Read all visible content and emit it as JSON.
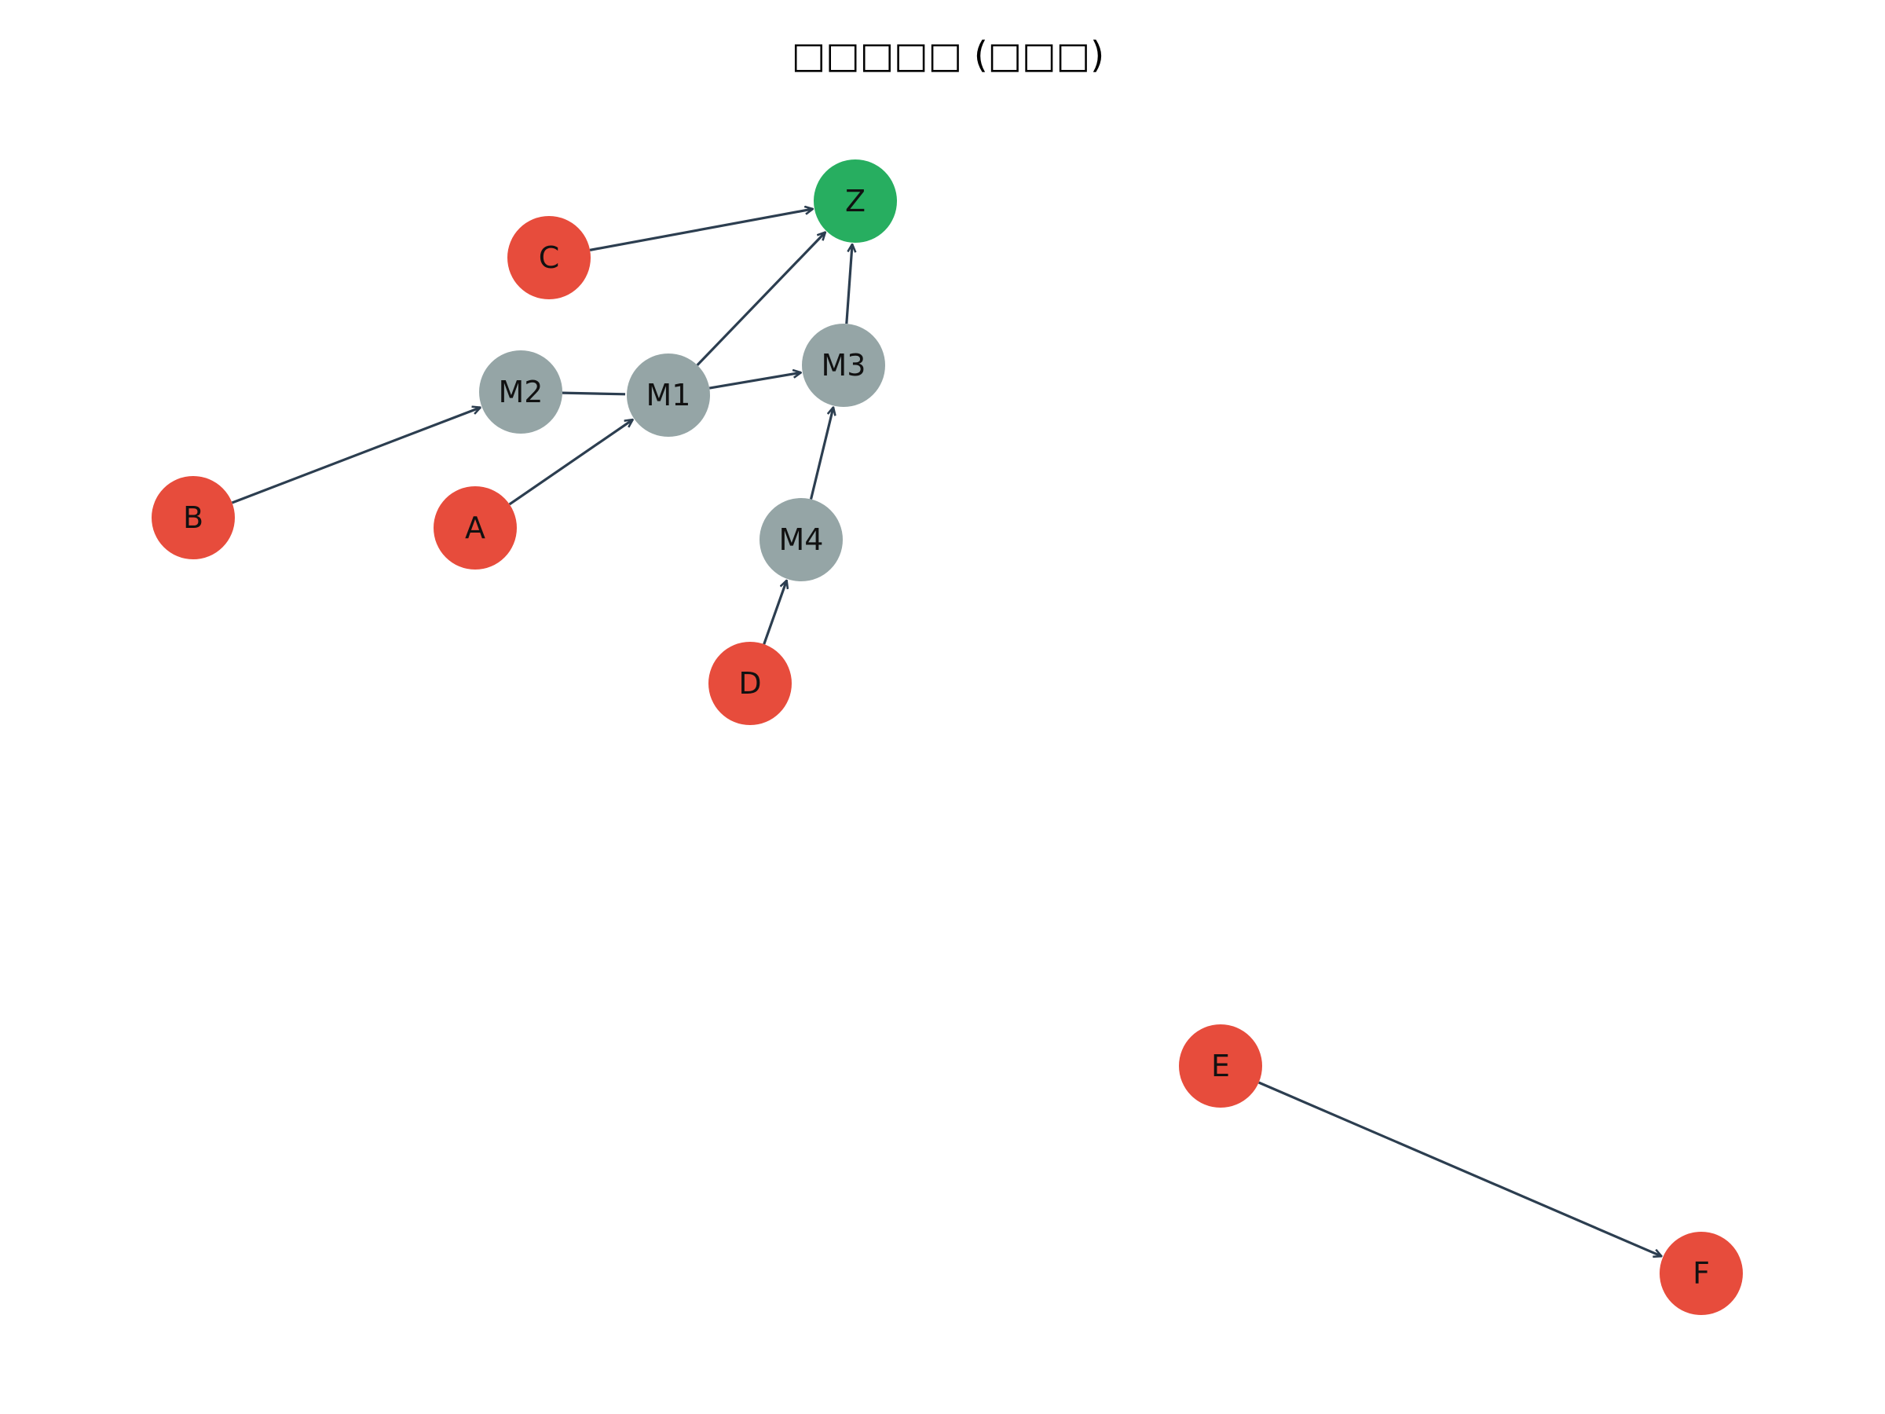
{
  "title": "□□□□□ (□□□)",
  "colors": {
    "source": "#e74c3c",
    "intermediate": "#95a5a6",
    "target": "#27ae60",
    "edge": "#2c3e50",
    "label": "#111111"
  },
  "nodes": [
    {
      "id": "Z",
      "label": "Z",
      "kind": "target"
    },
    {
      "id": "C",
      "label": "C",
      "kind": "source"
    },
    {
      "id": "M2",
      "label": "M2",
      "kind": "intermediate"
    },
    {
      "id": "M1",
      "label": "M1",
      "kind": "intermediate"
    },
    {
      "id": "M3",
      "label": "M3",
      "kind": "intermediate"
    },
    {
      "id": "B",
      "label": "B",
      "kind": "source"
    },
    {
      "id": "A",
      "label": "A",
      "kind": "source"
    },
    {
      "id": "M4",
      "label": "M4",
      "kind": "intermediate"
    },
    {
      "id": "D",
      "label": "D",
      "kind": "source"
    },
    {
      "id": "E",
      "label": "E",
      "kind": "source"
    },
    {
      "id": "F",
      "label": "F",
      "kind": "source"
    }
  ],
  "edges": [
    {
      "from": "C",
      "to": "Z",
      "directed": true
    },
    {
      "from": "M1",
      "to": "Z",
      "directed": true
    },
    {
      "from": "M3",
      "to": "Z",
      "directed": true
    },
    {
      "from": "M2",
      "to": "M1",
      "directed": false
    },
    {
      "from": "M1",
      "to": "M3",
      "directed": true
    },
    {
      "from": "B",
      "to": "M2",
      "directed": true
    },
    {
      "from": "A",
      "to": "M1",
      "directed": true
    },
    {
      "from": "M4",
      "to": "M3",
      "directed": true
    },
    {
      "from": "D",
      "to": "M4",
      "directed": true
    },
    {
      "from": "E",
      "to": "F",
      "directed": true
    }
  ]
}
